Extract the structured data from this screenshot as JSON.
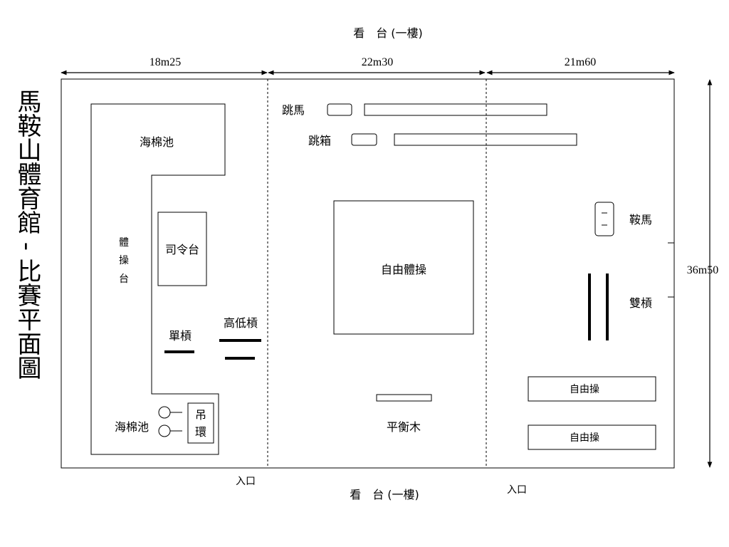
{
  "vertical_title": "馬鞍山體育館 - 比賽平面圖",
  "stand_top": "看　台 (一樓)",
  "stand_bottom": "看　台 (一樓)",
  "dims": {
    "left": "18m25",
    "middle": "22m30",
    "right": "21m60",
    "height": "36m50"
  },
  "entrances": {
    "left": "入口",
    "right": "入口"
  },
  "left_zone": {
    "sponge_pit_top": "海棉池",
    "platform_line1": "體",
    "platform_line2": "操",
    "platform_line3": "台",
    "command_stand": "司令台",
    "horizontal_bar": "單槓",
    "uneven_bars": "高低槓",
    "sponge_pit_bottom": "海棉池",
    "rings_line1": "吊",
    "rings_line2": "環"
  },
  "middle_zone": {
    "vault": "跳馬",
    "vault_box": "跳箱",
    "floor_exercise": "自由體操",
    "balance_beam": "平衡木"
  },
  "right_zone": {
    "pommel_horse": "鞍馬",
    "parallel_bars": "雙槓",
    "floor_mat_1": "自由操",
    "floor_mat_2": "自由操"
  }
}
